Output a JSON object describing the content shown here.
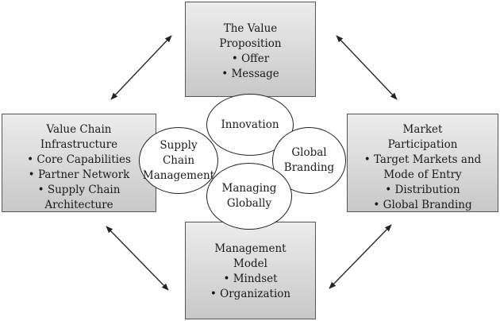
{
  "top": {
    "title_lines": [
      "The Value",
      "Proposition"
    ],
    "bullets": [
      "Offer",
      "Message"
    ]
  },
  "left": {
    "title_lines": [
      "Value Chain",
      "Infrastructure"
    ],
    "bullets": [
      "Core Capabilities",
      "Partner Network",
      "Supply Chain"
    ],
    "extra_lines": [
      "Architecture"
    ]
  },
  "right": {
    "title_lines": [
      "Market",
      "Participation"
    ],
    "bullets": [
      "Target Markets and"
    ],
    "mid_lines": [
      "Mode of Entry"
    ],
    "bullets2": [
      "Distribution",
      "Global Branding"
    ]
  },
  "bottom": {
    "title_lines": [
      "Management",
      "Model"
    ],
    "bullets": [
      "Mindset",
      "Organization"
    ]
  },
  "ellipses": {
    "innovation": [
      "Innovation"
    ],
    "supply": [
      "Supply",
      "Chain",
      "Management"
    ],
    "branding": [
      "Global",
      "Branding"
    ],
    "managing": [
      "Managing",
      "Globally"
    ]
  },
  "colors": {
    "box_fill_top": "#ececec",
    "box_fill_bottom": "#c8c8c8",
    "line": "#222222"
  }
}
